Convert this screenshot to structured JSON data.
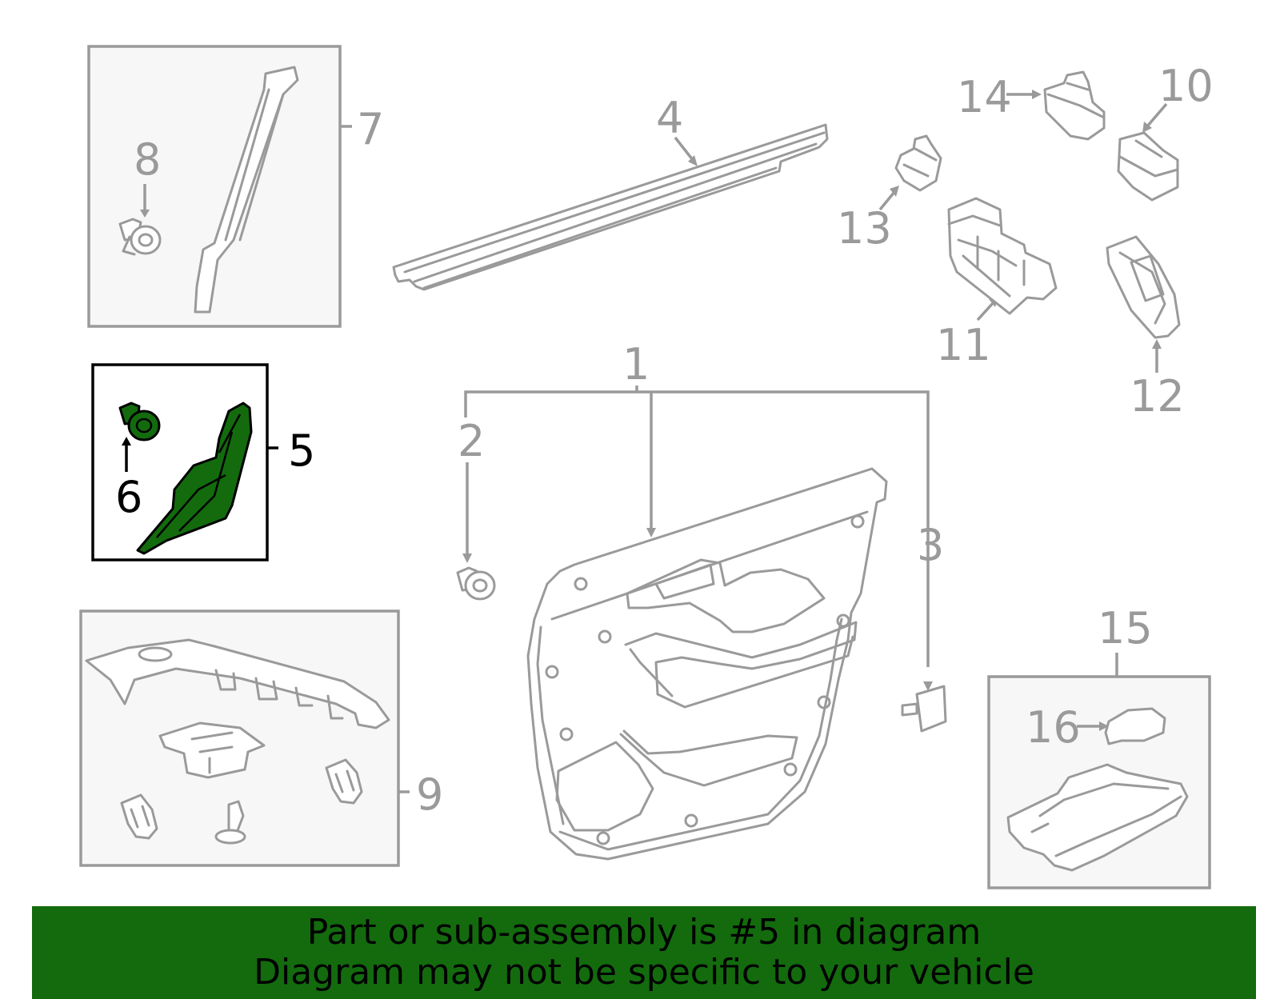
{
  "colors": {
    "highlight_fill": "#136b0e",
    "banner_bg": "#136b0e",
    "line_gray": "#9a9a9a",
    "box_fill": "#f7f7f7"
  },
  "callouts": {
    "c1": "1",
    "c2": "2",
    "c3": "3",
    "c4": "4",
    "c5": "5",
    "c6": "6",
    "c7": "7",
    "c8": "8",
    "c9": "9",
    "c10": "10",
    "c11": "11",
    "c12": "12",
    "c13": "13",
    "c14": "14",
    "c15": "15",
    "c16": "16"
  },
  "highlighted_part": "5",
  "banner": {
    "line1": "Part or sub-assembly is #5 in diagram",
    "line2": "Diagram may not be specific to your vehicle"
  }
}
